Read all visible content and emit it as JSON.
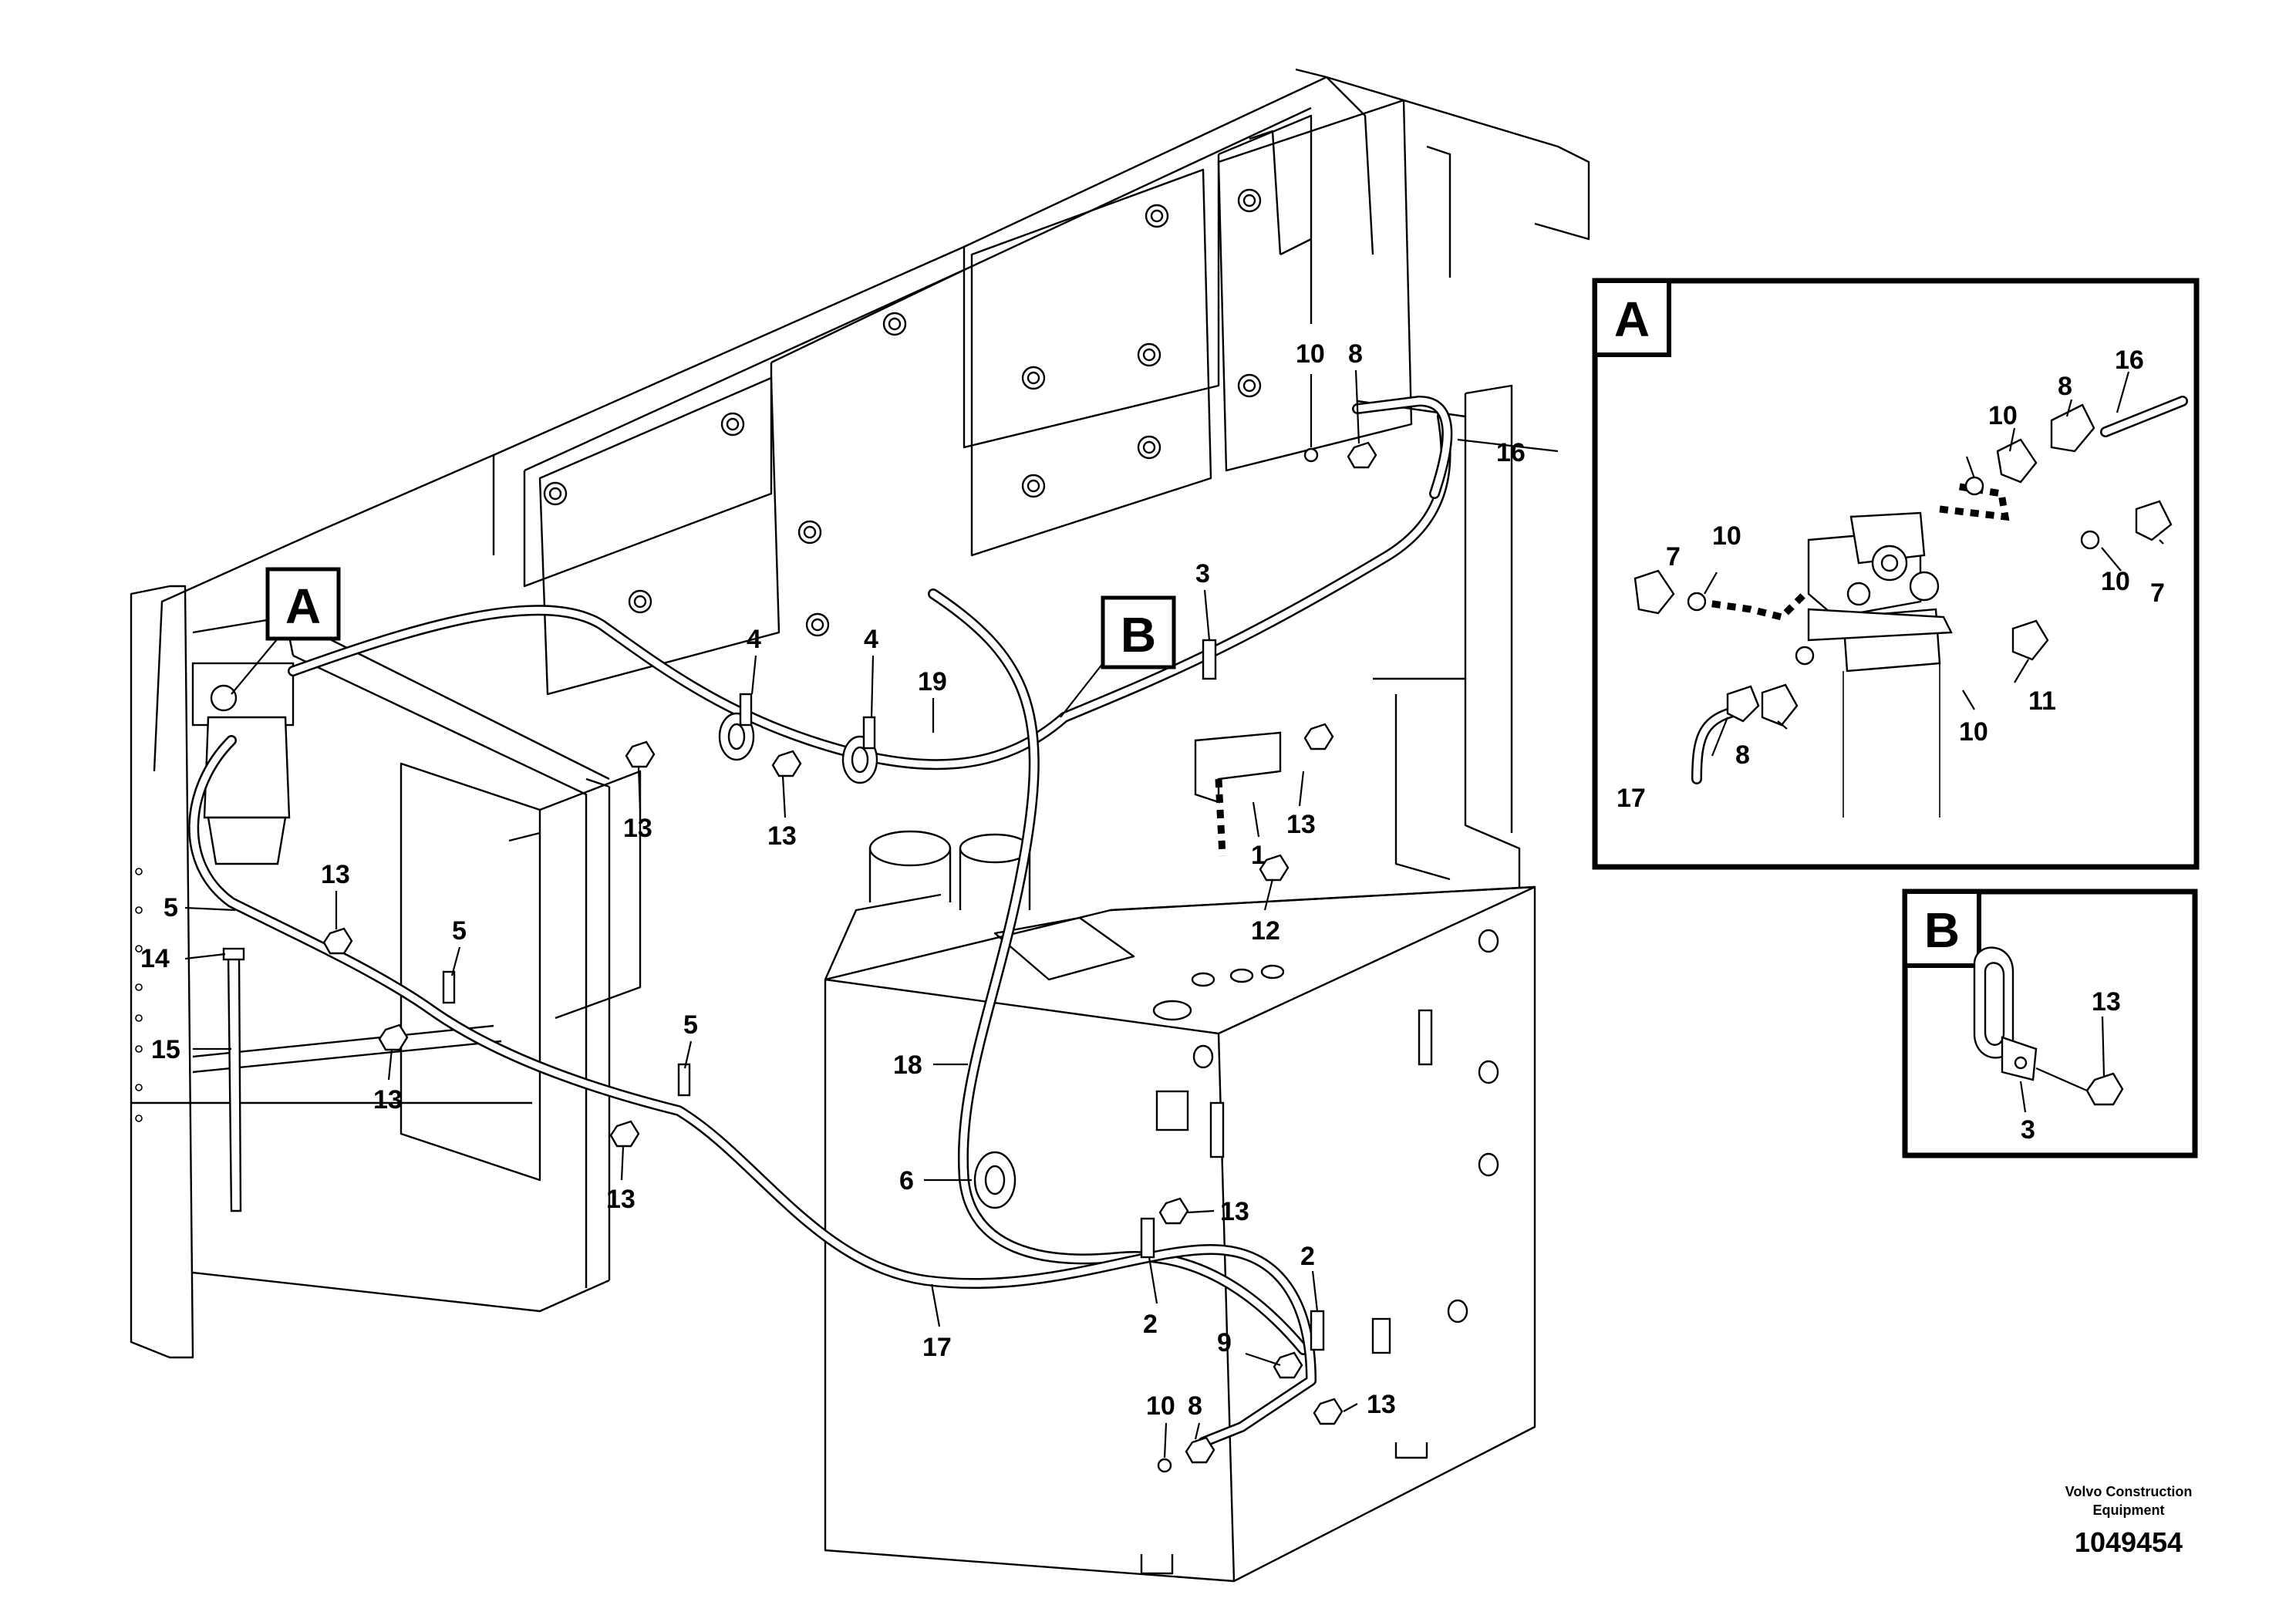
{
  "labels": {
    "n1": "1",
    "n2a": "2",
    "n2b": "2",
    "n3": "3",
    "n4a": "4",
    "n4b": "4",
    "n5a": "5",
    "n5b": "5",
    "n5c": "5",
    "n6": "6",
    "n8": "8",
    "n8b": "8",
    "n9": "9",
    "n10a": "10",
    "n10b": "10",
    "n12": "12",
    "n13a": "13",
    "n13b": "13",
    "n13c": "13",
    "n13d": "13",
    "n13e": "13",
    "n13f": "13",
    "n13g": "13",
    "n13h": "13",
    "n14": "14",
    "n15": "15",
    "n16": "16",
    "n17": "17",
    "n18": "18",
    "n19": "19"
  },
  "view_markers": {
    "a": "A",
    "b": "B"
  },
  "detail_a": {
    "title": "A",
    "labels": {
      "n7a": "7",
      "n7b": "7",
      "n8a": "8",
      "n8b": "8",
      "n10a": "10",
      "n10b": "10",
      "n10c": "10",
      "n10d": "10",
      "n11": "11",
      "n16": "16",
      "n17": "17"
    }
  },
  "detail_b": {
    "title": "B",
    "labels": {
      "n13": "13",
      "n3": "3"
    }
  },
  "footer": {
    "company_line1": "Volvo Construction",
    "company_line2": "Equipment",
    "drawing_number": "1049454"
  }
}
